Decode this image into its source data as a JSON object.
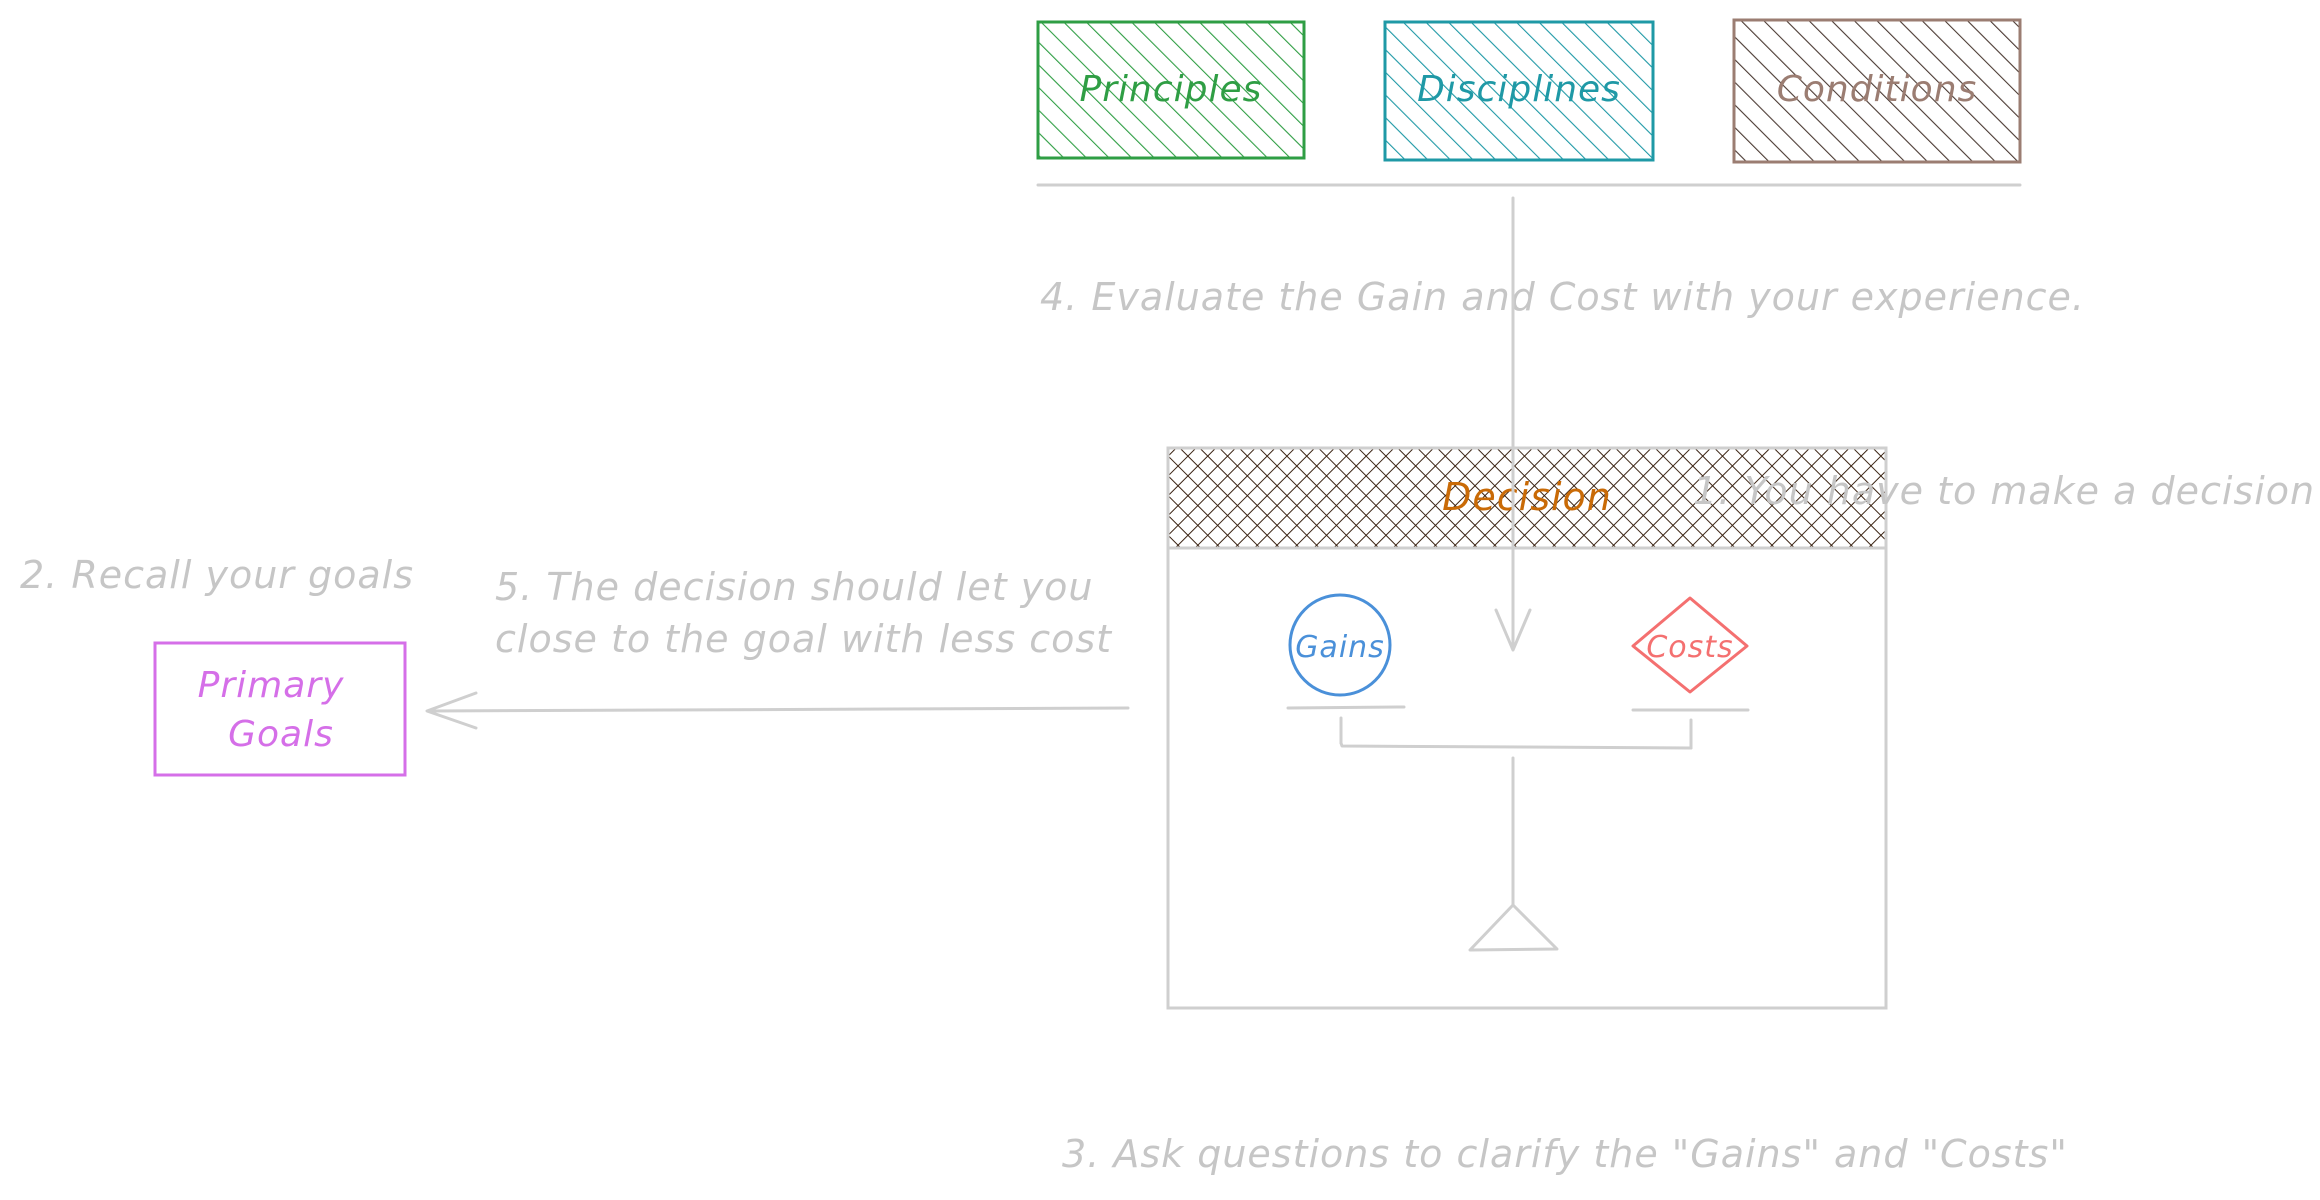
{
  "colors": {
    "background": "#ffffff",
    "annotation_text": "#c6c6c6",
    "structure_stroke": "#cfcfcf",
    "principles": "#2f9e44",
    "disciplines": "#1f99a6",
    "conditions": "#9b7d72",
    "decision_text": "#c96a06",
    "decision_hatch": "#3b2414",
    "gains": "#4a90d9",
    "costs": "#f47070",
    "goals": "#d56fe8"
  },
  "categories": {
    "principles": "Principles",
    "disciplines": "Disciplines",
    "conditions": "Conditions"
  },
  "steps": {
    "step1": "1. You have to make a decision",
    "step2": "2. Recall your goals",
    "step3": "3. Ask questions to clarify the \"Gains\" and \"Costs\"",
    "step4": "4. Evaluate the Gain and Cost with your experience.",
    "step5_line1": "5. The decision should let you",
    "step5_line2": "close to the goal with less cost"
  },
  "decision": {
    "title": "Decision",
    "gains": "Gains",
    "costs": "Costs"
  },
  "goals": {
    "line1": "Primary",
    "line2": "Goals"
  },
  "icons": {
    "scale": "balance-scale-icon",
    "arrow_down": "arrow-down-icon",
    "arrow_left": "arrow-left-icon"
  }
}
